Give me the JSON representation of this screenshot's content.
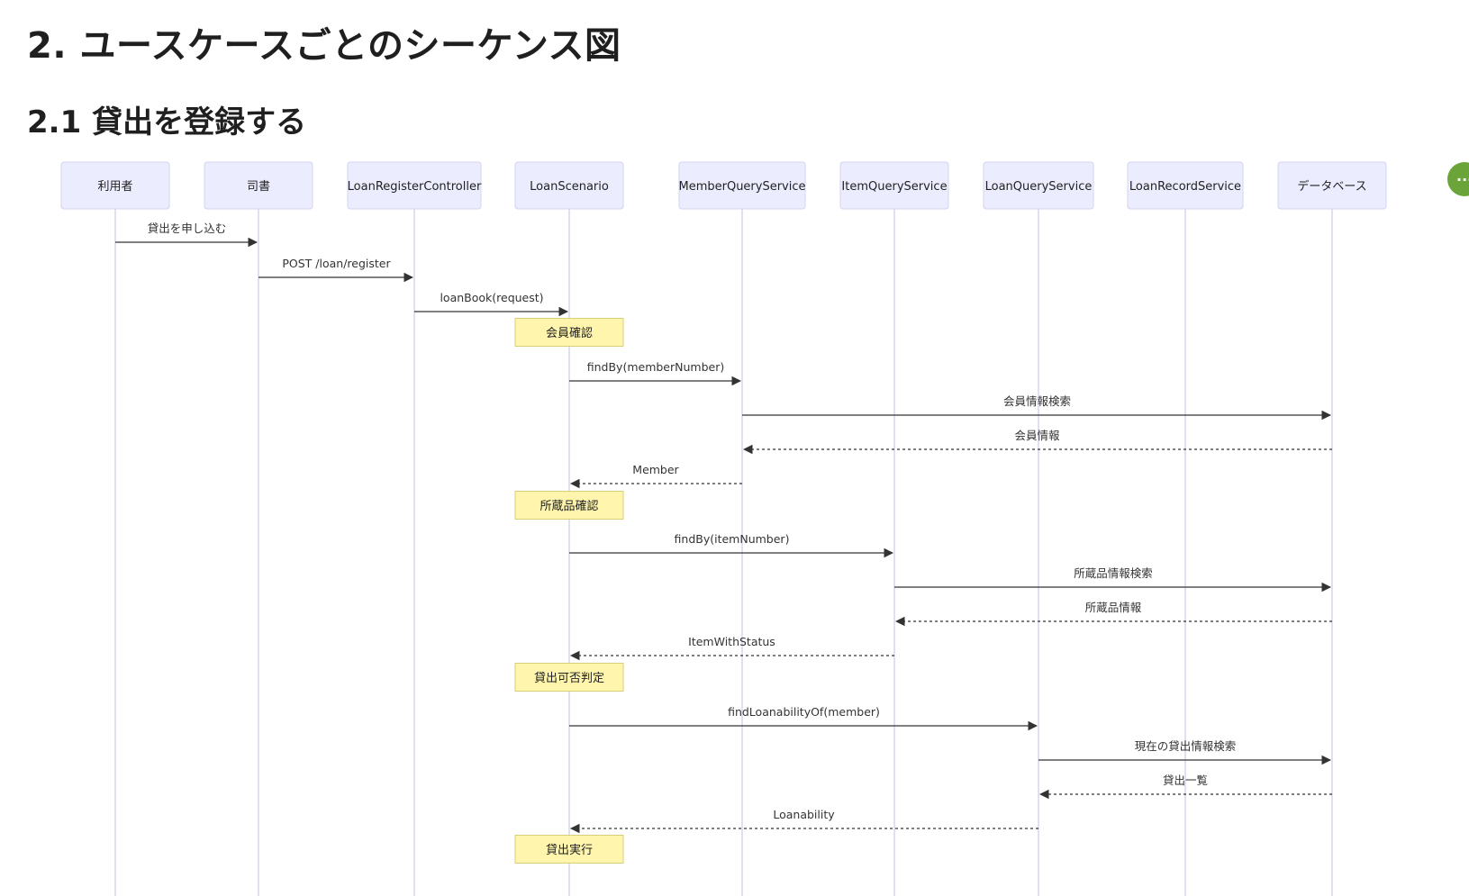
{
  "page": {
    "title": "2. ユースケースごとのシーケンス図",
    "section_title": "2.1 貸出を登録する",
    "more_button_label": "···"
  },
  "diagram": {
    "participants": [
      "利用者",
      "司書",
      "LoanRegisterController",
      "LoanScenario",
      "MemberQueryService",
      "ItemQueryService",
      "LoanQueryService",
      "LoanRecordService",
      "データベース"
    ],
    "steps": [
      {
        "kind": "message",
        "from": 0,
        "to": 1,
        "label": "貸出を申し込む",
        "style": "solid"
      },
      {
        "kind": "message",
        "from": 1,
        "to": 2,
        "label": "POST /loan/register",
        "style": "solid"
      },
      {
        "kind": "message",
        "from": 2,
        "to": 3,
        "label": "loanBook(request)",
        "style": "solid"
      },
      {
        "kind": "note",
        "over": 3,
        "label": "会員確認"
      },
      {
        "kind": "message",
        "from": 3,
        "to": 4,
        "label": "findBy(memberNumber)",
        "style": "solid"
      },
      {
        "kind": "message",
        "from": 4,
        "to": 8,
        "label": "会員情報検索",
        "style": "solid"
      },
      {
        "kind": "message",
        "from": 8,
        "to": 4,
        "label": "会員情報",
        "style": "dashed"
      },
      {
        "kind": "message",
        "from": 4,
        "to": 3,
        "label": "Member",
        "style": "dashed"
      },
      {
        "kind": "note",
        "over": 3,
        "label": "所蔵品確認"
      },
      {
        "kind": "message",
        "from": 3,
        "to": 5,
        "label": "findBy(itemNumber)",
        "style": "solid"
      },
      {
        "kind": "message",
        "from": 5,
        "to": 8,
        "label": "所蔵品情報検索",
        "style": "solid"
      },
      {
        "kind": "message",
        "from": 8,
        "to": 5,
        "label": "所蔵品情報",
        "style": "dashed"
      },
      {
        "kind": "message",
        "from": 5,
        "to": 3,
        "label": "ItemWithStatus",
        "style": "dashed"
      },
      {
        "kind": "note",
        "over": 3,
        "label": "貸出可否判定"
      },
      {
        "kind": "message",
        "from": 3,
        "to": 6,
        "label": "findLoanabilityOf(member)",
        "style": "solid"
      },
      {
        "kind": "message",
        "from": 6,
        "to": 8,
        "label": "現在の貸出情報検索",
        "style": "solid"
      },
      {
        "kind": "message",
        "from": 8,
        "to": 6,
        "label": "貸出一覧",
        "style": "dashed"
      },
      {
        "kind": "message",
        "from": 6,
        "to": 3,
        "label": "Loanability",
        "style": "dashed"
      },
      {
        "kind": "note",
        "over": 3,
        "label": "貸出実行"
      }
    ]
  },
  "colors": {
    "actor_fill": "#ececff",
    "actor_stroke": "#d3d3ef",
    "lifeline": "#d6d6ee",
    "message": "#333333",
    "note_fill": "#fff5ad",
    "note_stroke": "#d8cf74",
    "more_button": "#6ba53a"
  }
}
